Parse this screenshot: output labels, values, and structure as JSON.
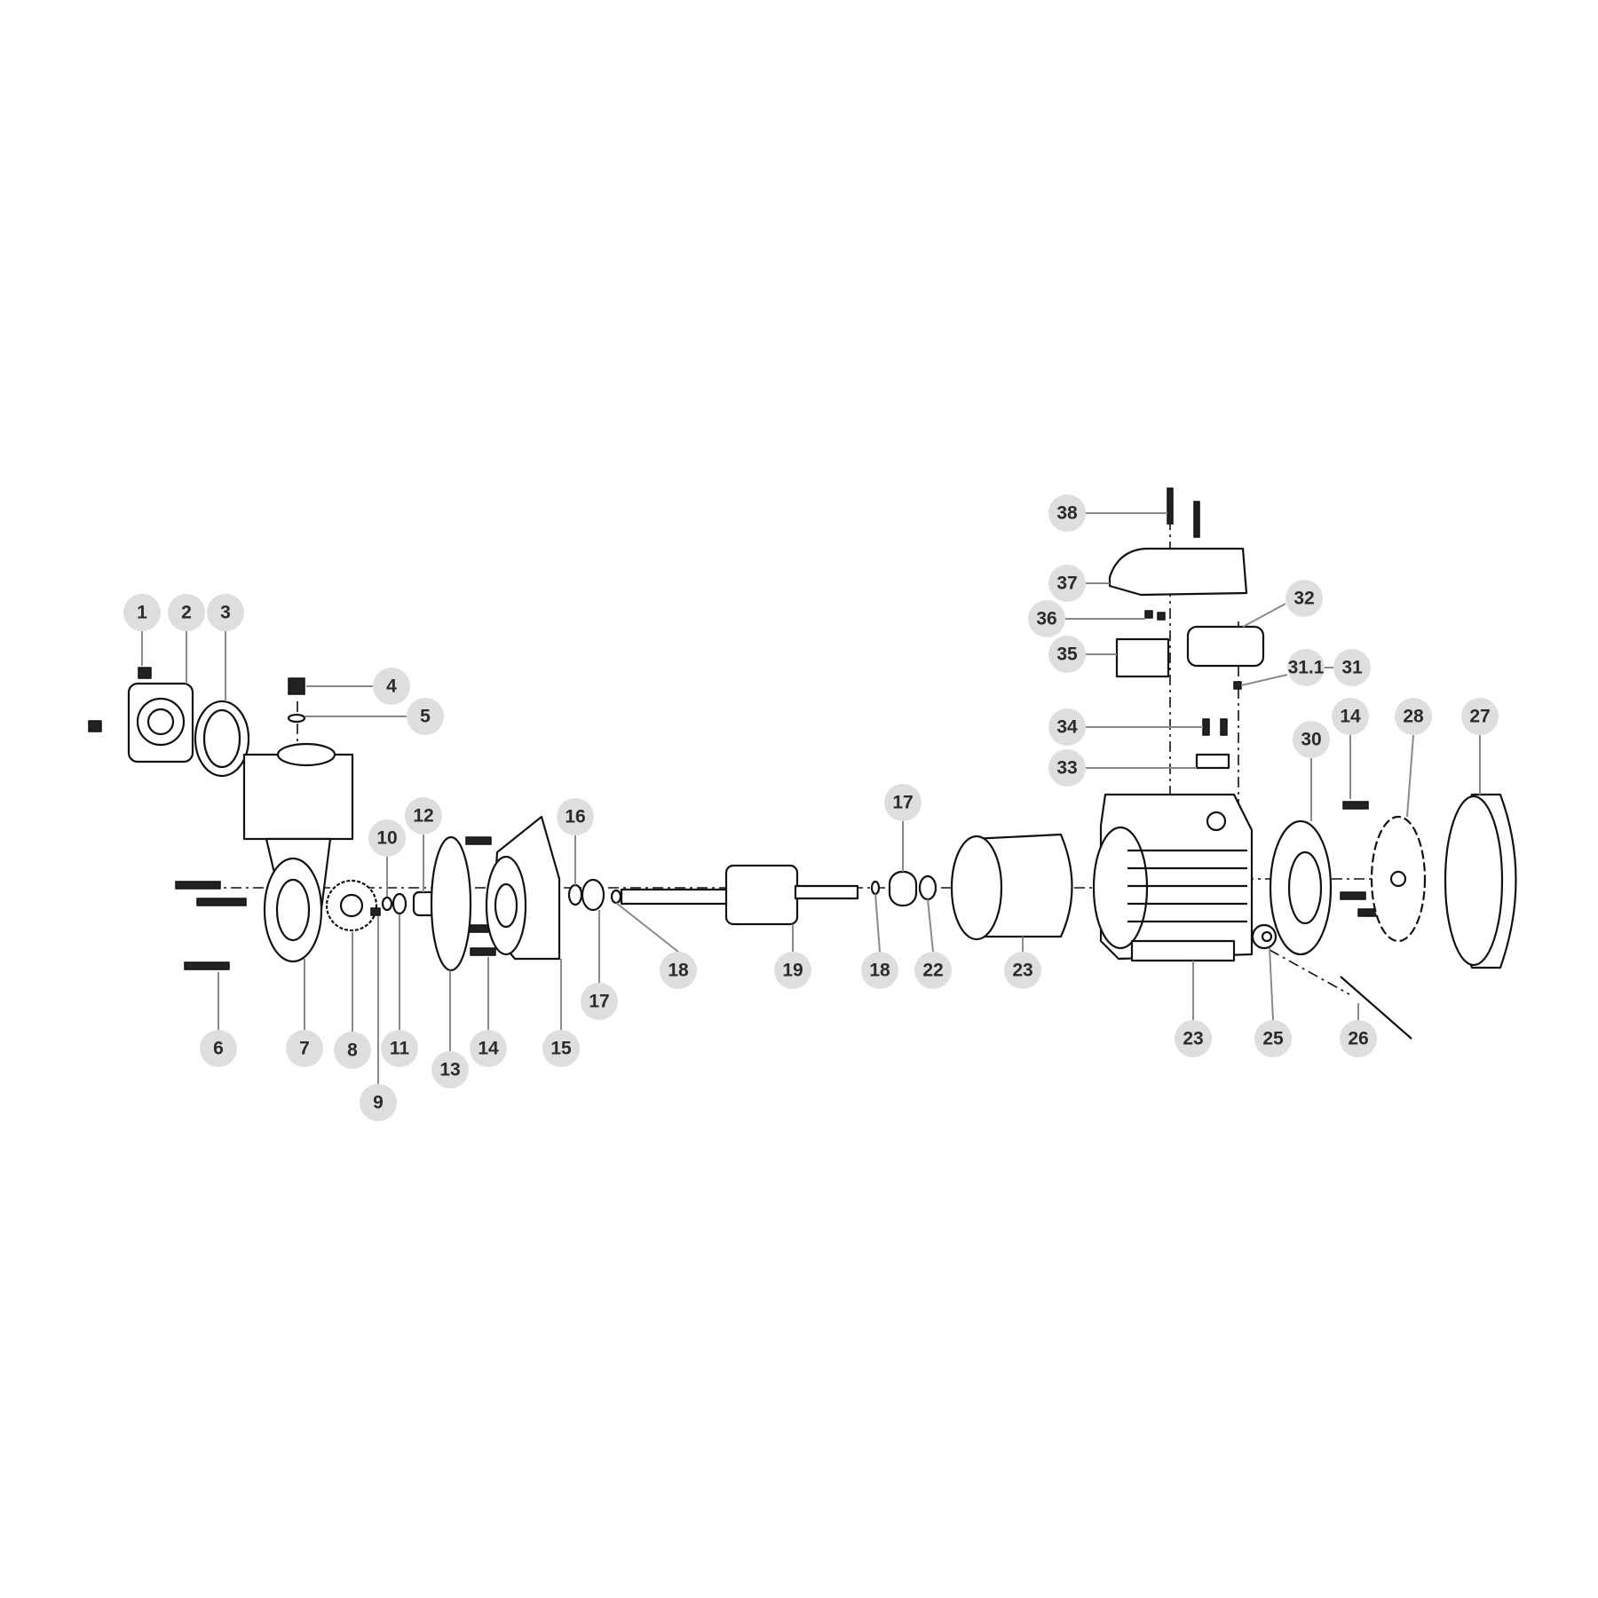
{
  "labels": [
    "1",
    "2",
    "3",
    "4",
    "5",
    "6",
    "7",
    "8",
    "9",
    "10",
    "11",
    "12",
    "13",
    "14",
    "15",
    "16",
    "17",
    "18",
    "19",
    "18",
    "17",
    "22",
    "23",
    "23",
    "25",
    "26",
    "27",
    "28",
    "14",
    "30",
    "31.1",
    "31",
    "32",
    "33",
    "34",
    "35",
    "36",
    "37",
    "38"
  ]
}
